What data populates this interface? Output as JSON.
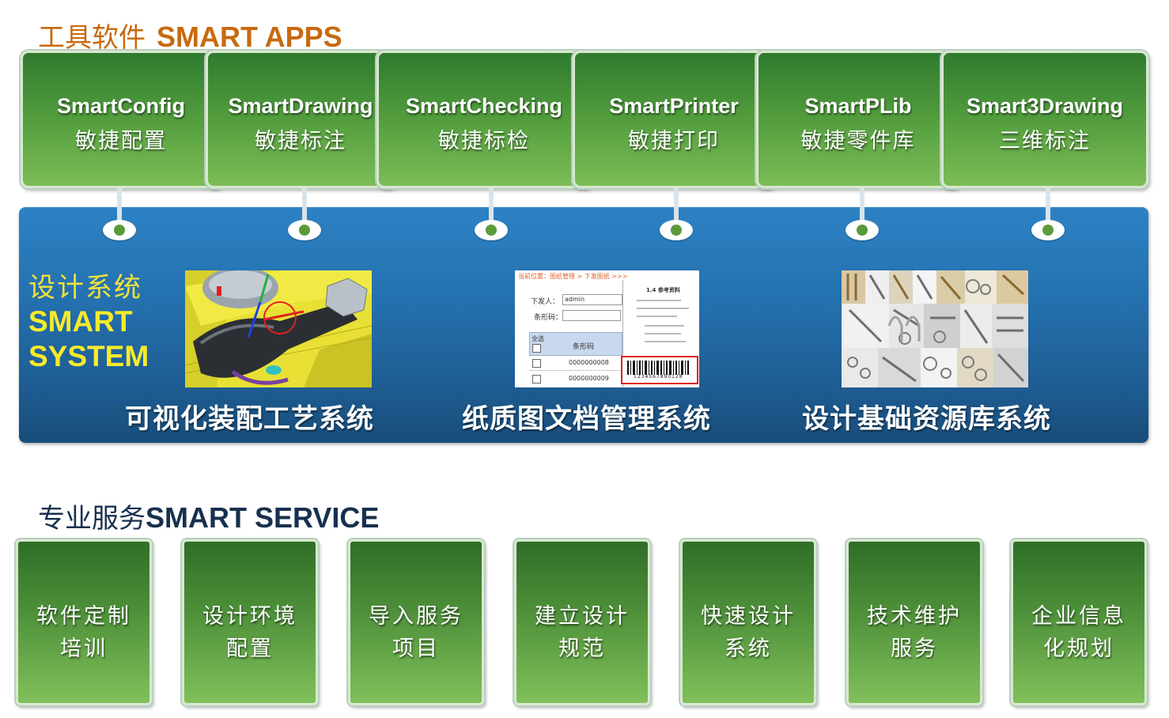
{
  "apps_section": {
    "title_cn": "工具软件",
    "title_en": "SMART APPS"
  },
  "apps": [
    {
      "name": "SmartConfig",
      "cn": "敏捷配置"
    },
    {
      "name": "SmartDrawing",
      "cn": "敏捷标注"
    },
    {
      "name": "SmartChecking",
      "cn": "敏捷标检"
    },
    {
      "name": "SmartPrinter",
      "cn": "敏捷打印"
    },
    {
      "name": "SmartPLib",
      "cn": "敏捷零件库"
    },
    {
      "name": "Smart3Drawing",
      "cn": "三维标注"
    }
  ],
  "system_section": {
    "title_cn": "设计系统",
    "title_en_1": "SMART",
    "title_en_2": "SYSTEM"
  },
  "systems": [
    {
      "label": "可视化装配工艺系统",
      "image": "3d-assembly-wrench-render"
    },
    {
      "label": "纸质图文档管理系统",
      "image": "barcode-document-screenshot"
    },
    {
      "label": "设计基础资源库系统",
      "image": "fastener-parts-collage"
    }
  ],
  "barcode_screenshot": {
    "breadcrumb": "当前位置：图纸管理 > 下发图纸 >>>",
    "issuer_label": "下发人：",
    "issuer_value": "admin",
    "barcode_label": "条形码：",
    "select_all": "全选",
    "column_header": "条形码",
    "rows": [
      "0000000008",
      "0000000009"
    ],
    "doc_heading": "1.4 参考资料",
    "barcode_digits": "1234567890128"
  },
  "service_section": {
    "title_cn": "专业服务",
    "title_en": "SMART SERVICE"
  },
  "services": [
    {
      "line1": "软件定制",
      "line2": "培训"
    },
    {
      "line1": "设计环境",
      "line2": "配置"
    },
    {
      "line1": "导入服务",
      "line2": "项目"
    },
    {
      "line1": "建立设计",
      "line2": "规范"
    },
    {
      "line1": "快速设计",
      "line2": "系统"
    },
    {
      "line1": "技术维护",
      "line2": "服务"
    },
    {
      "line1": "企业信息",
      "line2": "化规划"
    }
  ],
  "colors": {
    "apps_title": "#c76a10",
    "service_title": "#17304f",
    "card_green": "#4f9a3c",
    "panel_blue": "#2470ae",
    "system_title_yellow": "#f0e23a"
  }
}
